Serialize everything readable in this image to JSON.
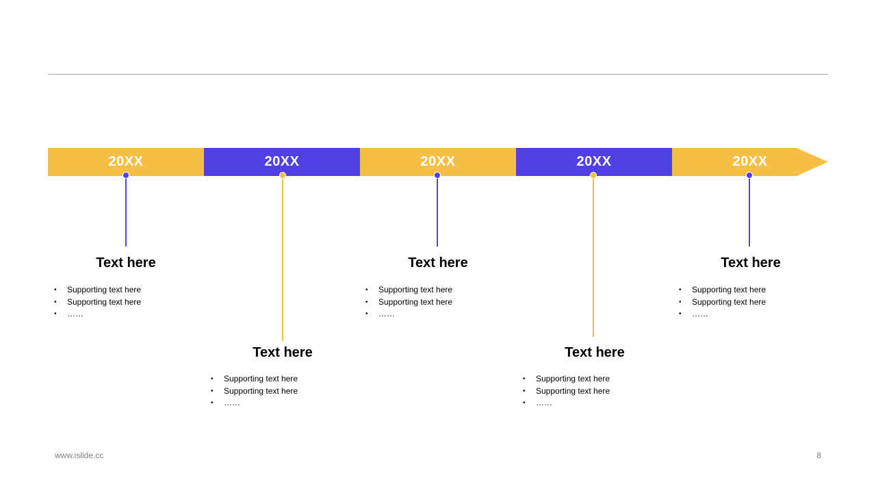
{
  "colors": {
    "yellow": "#F7BE46",
    "purple": "#5140E5",
    "rule": "#A6A6A6",
    "footer_text": "#7F7F7F"
  },
  "timeline": {
    "segments": [
      {
        "label": "20XX",
        "color": "#F7BE46"
      },
      {
        "label": "20XX",
        "color": "#5140E5"
      },
      {
        "label": "20XX",
        "color": "#F7BE46"
      },
      {
        "label": "20XX",
        "color": "#5140E5"
      },
      {
        "label": "20XX",
        "color": "#F7BE46"
      }
    ]
  },
  "milestones": [
    {
      "title": "Text here",
      "accent": "#5140E5",
      "bullets": [
        "Supporting text here",
        "Supporting text here",
        "……"
      ]
    },
    {
      "title": "Text here",
      "accent": "#F7BE46",
      "bullets": [
        "Supporting text here",
        "Supporting text here",
        "……"
      ]
    },
    {
      "title": "Text here",
      "accent": "#5140E5",
      "bullets": [
        "Supporting text here",
        "Supporting text here",
        "……"
      ]
    },
    {
      "title": "Text here",
      "accent": "#F7BE46",
      "bullets": [
        "Supporting text here",
        "Supporting text here",
        "……"
      ]
    },
    {
      "title": "Text here",
      "accent": "#5140E5",
      "bullets": [
        "Supporting text here",
        "Supporting text here",
        "……"
      ]
    }
  ],
  "footer": {
    "url": "www.islide.cc",
    "page_number": "8"
  }
}
